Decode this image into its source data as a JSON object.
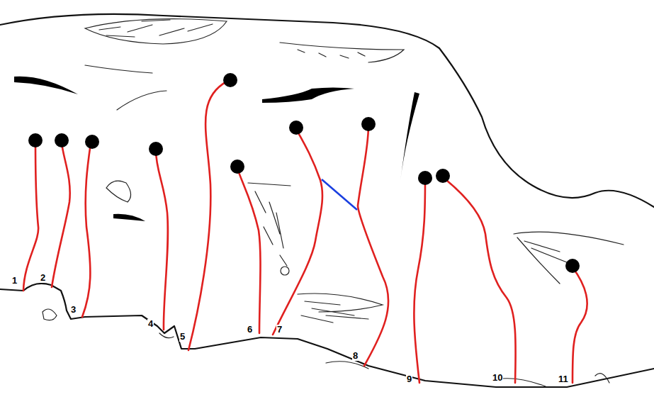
{
  "diagram": {
    "labels": [
      "1",
      "2",
      "3",
      "4",
      "5",
      "6",
      "7",
      "8",
      "9",
      "10",
      "11"
    ]
  }
}
